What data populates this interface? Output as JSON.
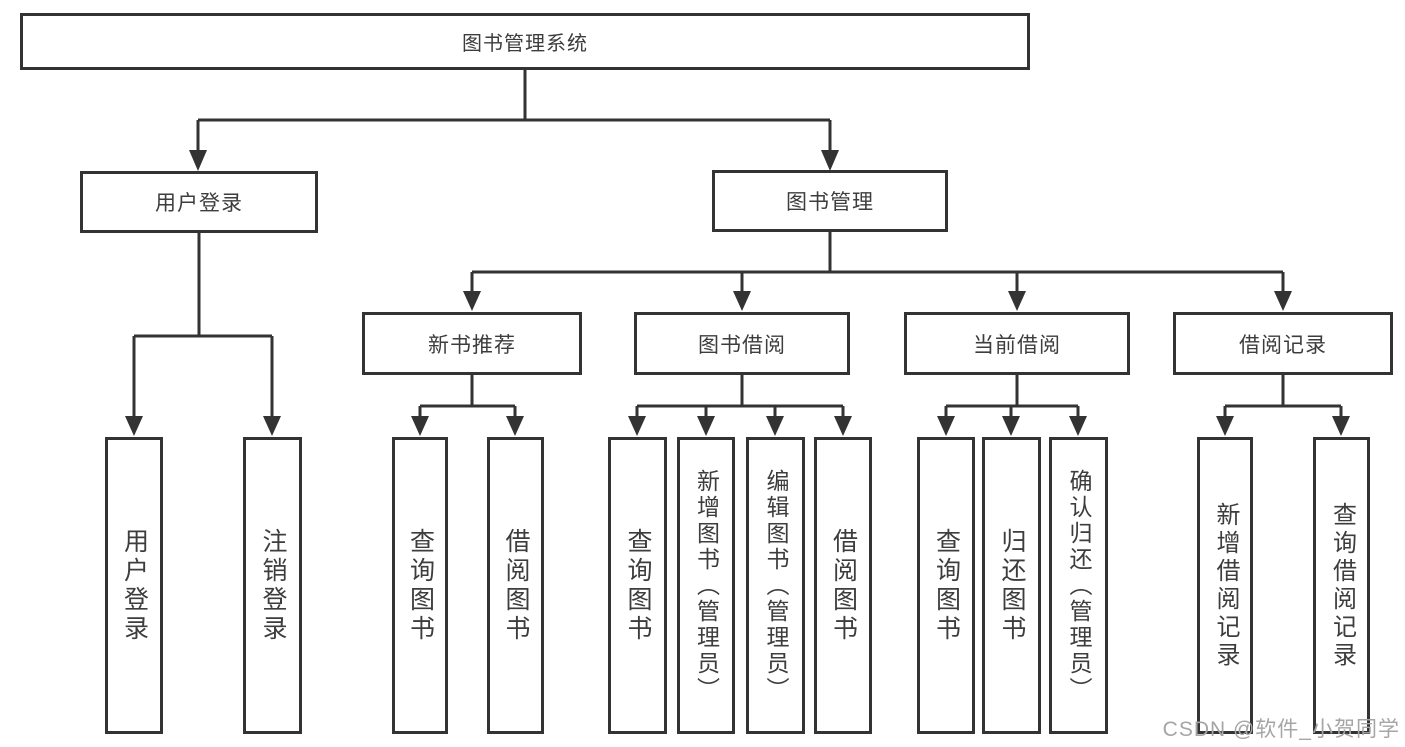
{
  "diagram_type": "hierarchy-tree",
  "colors": {
    "line": "#333333",
    "text": "#3d3d3d",
    "watermark": "#a5a5a5",
    "background": "#ffffff"
  },
  "tree": {
    "root": {
      "label": "图书管理系统"
    },
    "user_login": {
      "label": "用户登录",
      "children": [
        {
          "label": "用户登录"
        },
        {
          "label": "注销登录"
        }
      ]
    },
    "book_mgmt": {
      "label": "图书管理",
      "children": [
        {
          "label": "新书推荐",
          "children": [
            {
              "label": "查询图书"
            },
            {
              "label": "借阅图书"
            }
          ]
        },
        {
          "label": "图书借阅",
          "children": [
            {
              "label": "查询图书"
            },
            {
              "label": "新增图书（管理员）"
            },
            {
              "label": "编辑图书（管理员）"
            },
            {
              "label": "借阅图书"
            }
          ]
        },
        {
          "label": "当前借阅",
          "children": [
            {
              "label": "查询图书"
            },
            {
              "label": "归还图书"
            },
            {
              "label": "确认归还（管理员）"
            }
          ]
        },
        {
          "label": "借阅记录",
          "children": [
            {
              "label": "新增借阅记录"
            },
            {
              "label": "查询借阅记录"
            }
          ]
        }
      ]
    }
  },
  "watermark": "CSDN @软件_小贺同学"
}
